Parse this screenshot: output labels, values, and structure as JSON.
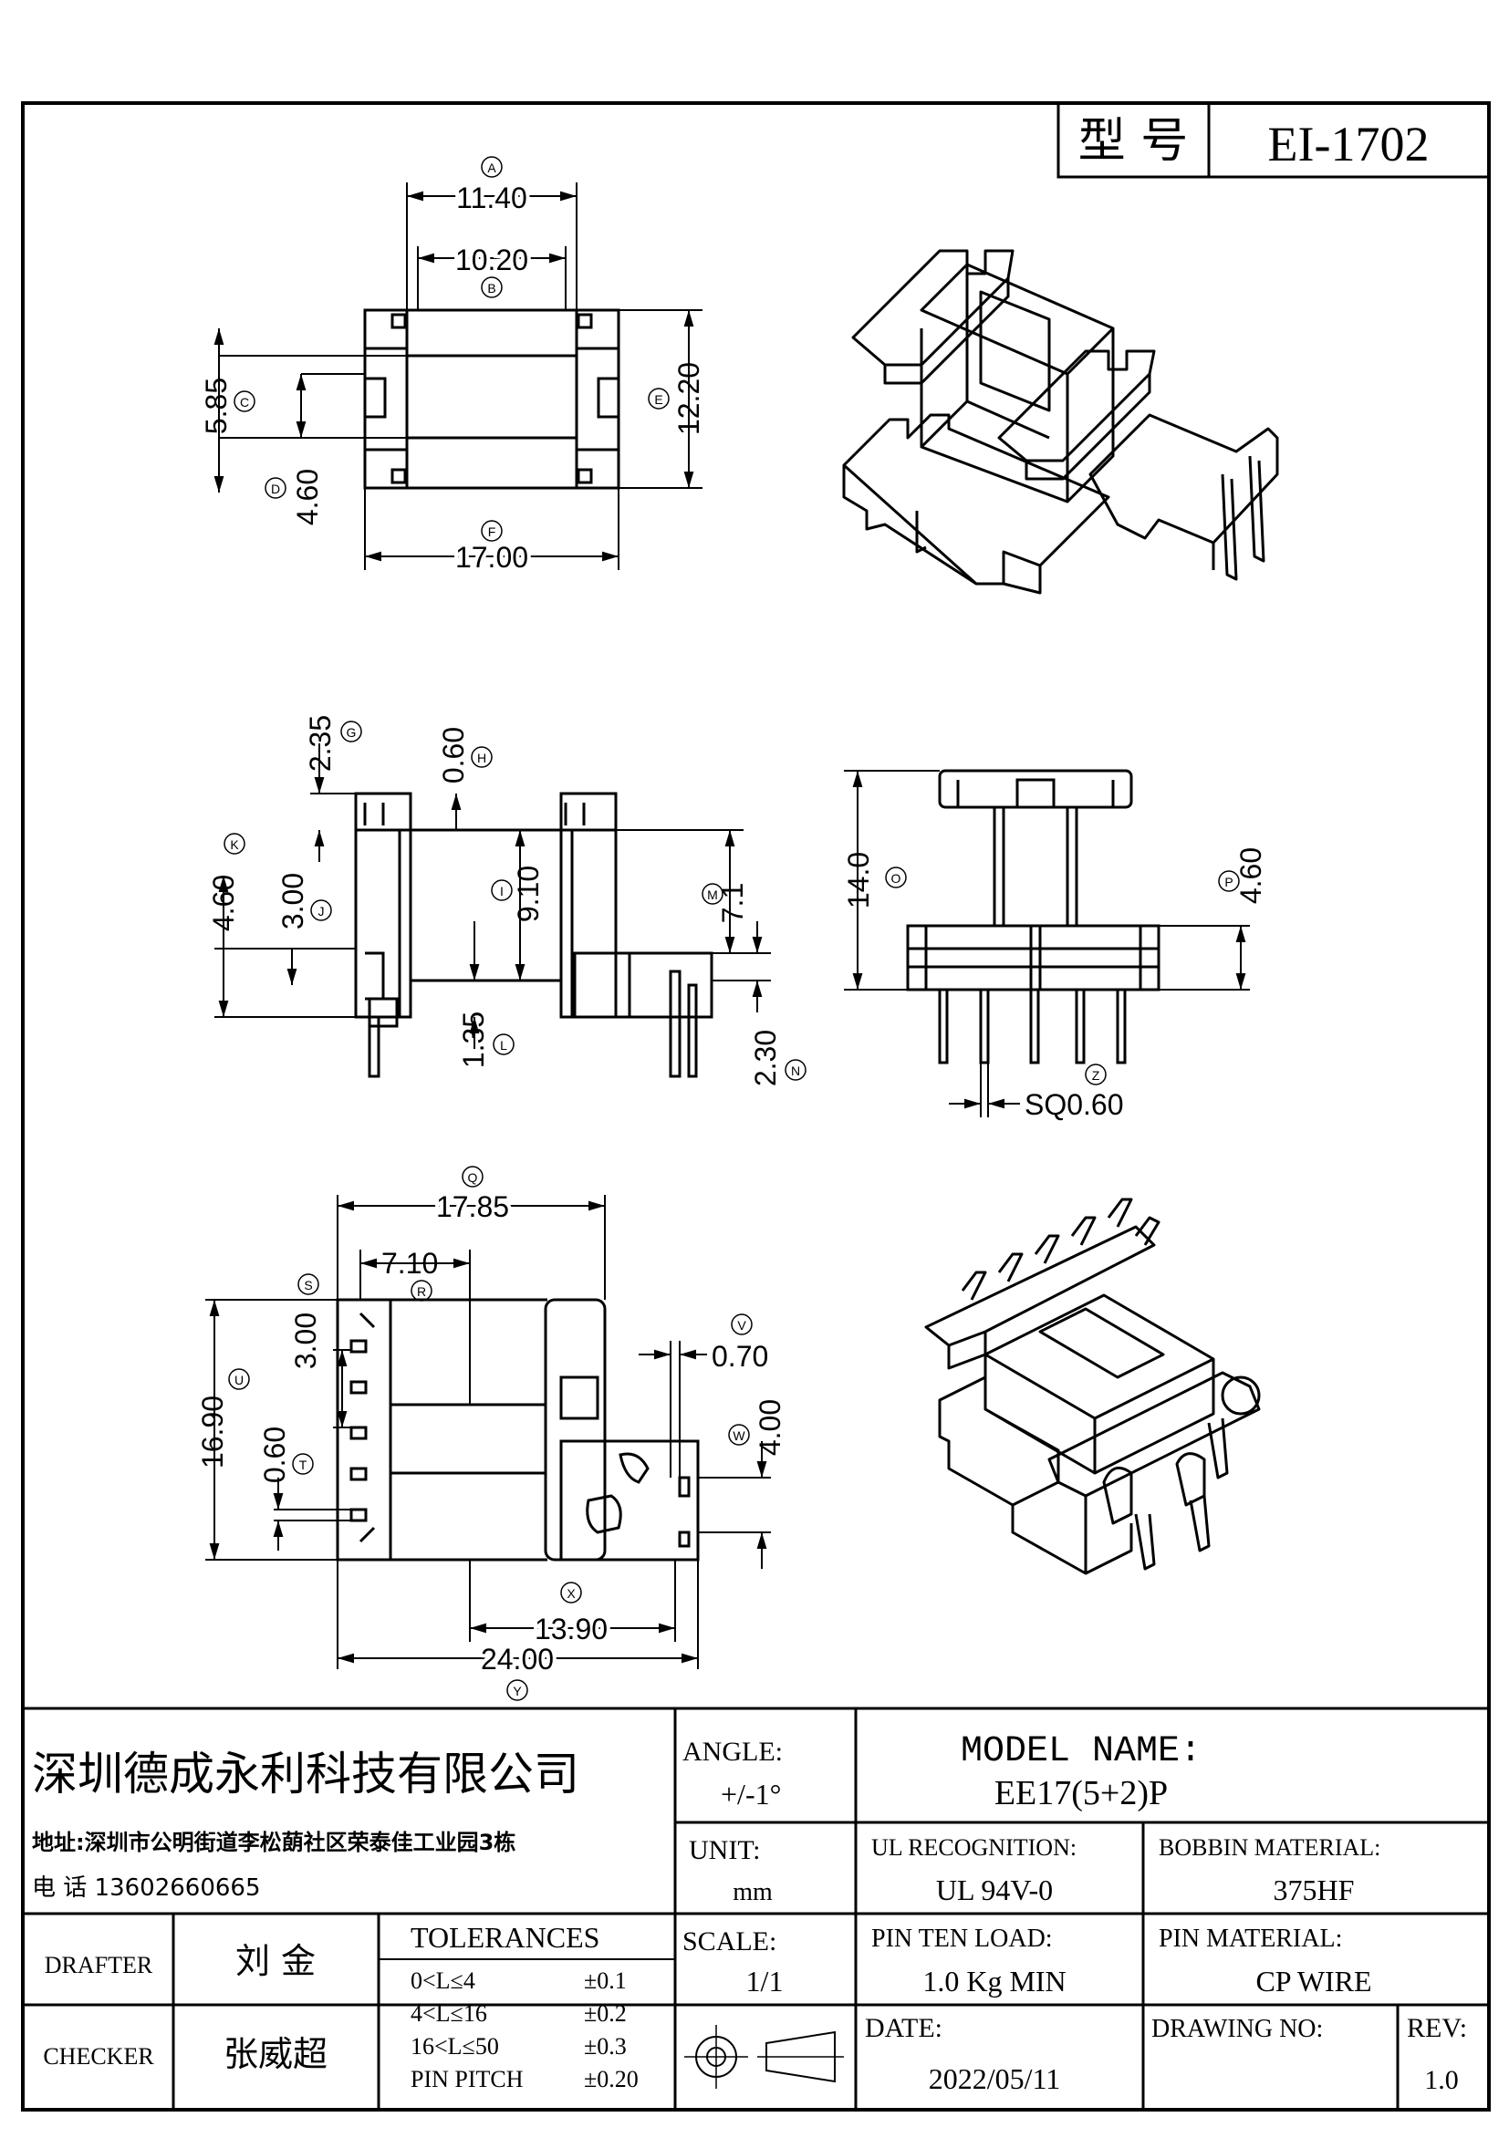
{
  "model_box": {
    "label": "型 号",
    "value": "EI-1702"
  },
  "dimensions": {
    "A": {
      "circle": "A",
      "value": "11.40"
    },
    "B": {
      "circle": "B",
      "value": "10.20"
    },
    "C": {
      "circle": "C",
      "value": "5.85"
    },
    "D": {
      "circle": "D",
      "value": "4.60"
    },
    "E": {
      "circle": "E",
      "value": "12.20"
    },
    "F": {
      "circle": "F",
      "value": "17.00"
    },
    "G": {
      "circle": "G",
      "value": "2.35"
    },
    "H": {
      "circle": "H",
      "value": "0.60"
    },
    "I": {
      "circle": "I",
      "value": "9.10"
    },
    "J": {
      "circle": "J",
      "value": "3.00"
    },
    "K": {
      "circle": "K",
      "value": "4.60"
    },
    "L": {
      "circle": "L",
      "value": "1.35"
    },
    "M": {
      "circle": "M",
      "value": "7.1"
    },
    "N": {
      "circle": "N",
      "value": "2.30"
    },
    "O": {
      "circle": "O",
      "value": "14.0"
    },
    "P": {
      "circle": "P",
      "value": "4.60"
    },
    "Z": {
      "circle": "Z",
      "value": "SQ0.60"
    },
    "Q": {
      "circle": "Q",
      "value": "17.85"
    },
    "R": {
      "circle": "R",
      "value": "7.10"
    },
    "S": {
      "circle": "S",
      "value": "3.00"
    },
    "U": {
      "circle": "U",
      "value": "16.90"
    },
    "T": {
      "circle": "T",
      "value": "0.60"
    },
    "V": {
      "circle": "V",
      "value": "0.70"
    },
    "W": {
      "circle": "W",
      "value": "4.00"
    },
    "X": {
      "circle": "X",
      "value": "13.90"
    },
    "Y": {
      "circle": "Y",
      "value": "24.00"
    }
  },
  "title_block": {
    "company": "深圳德成永利科技有限公司",
    "address": "地址:深圳市公明街道李松蓢社区荣泰佳工业园3栋",
    "phone": "电 话  13602660665",
    "angle_label": "ANGLE:",
    "angle_value": "+/-1°",
    "model_name_label": "MODEL NAME:",
    "model_name_value": "EE17(5+2)P",
    "unit_label": "UNIT:",
    "unit_value": "mm",
    "ul_label": "UL RECOGNITION:",
    "ul_value": "UL 94V-0",
    "bobbin_label": "BOBBIN MATERIAL:",
    "bobbin_value": "375HF",
    "drafter_label": "DRAFTER",
    "drafter_value": "刘 金",
    "checker_label": "CHECKER",
    "checker_value": "张威超",
    "tolerances_label": "TOLERANCES",
    "tolerances": [
      {
        "range": "0<L≤4",
        "value": "±0.1"
      },
      {
        "range": "4<L≤16",
        "value": "±0.2"
      },
      {
        "range": "16<L≤50",
        "value": "±0.3"
      },
      {
        "range": "PIN PITCH",
        "value": "±0.20"
      }
    ],
    "scale_label": "SCALE:",
    "scale_value": "1/1",
    "pin_load_label": "PIN TEN LOAD:",
    "pin_load_value": "1.0 Kg MIN",
    "pin_material_label": "PIN MATERIAL:",
    "pin_material_value": "CP WIRE",
    "date_label": "DATE:",
    "date_value": "2022/05/11",
    "drawing_no_label": "DRAWING NO:",
    "rev_label": "REV:",
    "rev_value": "1.0"
  }
}
